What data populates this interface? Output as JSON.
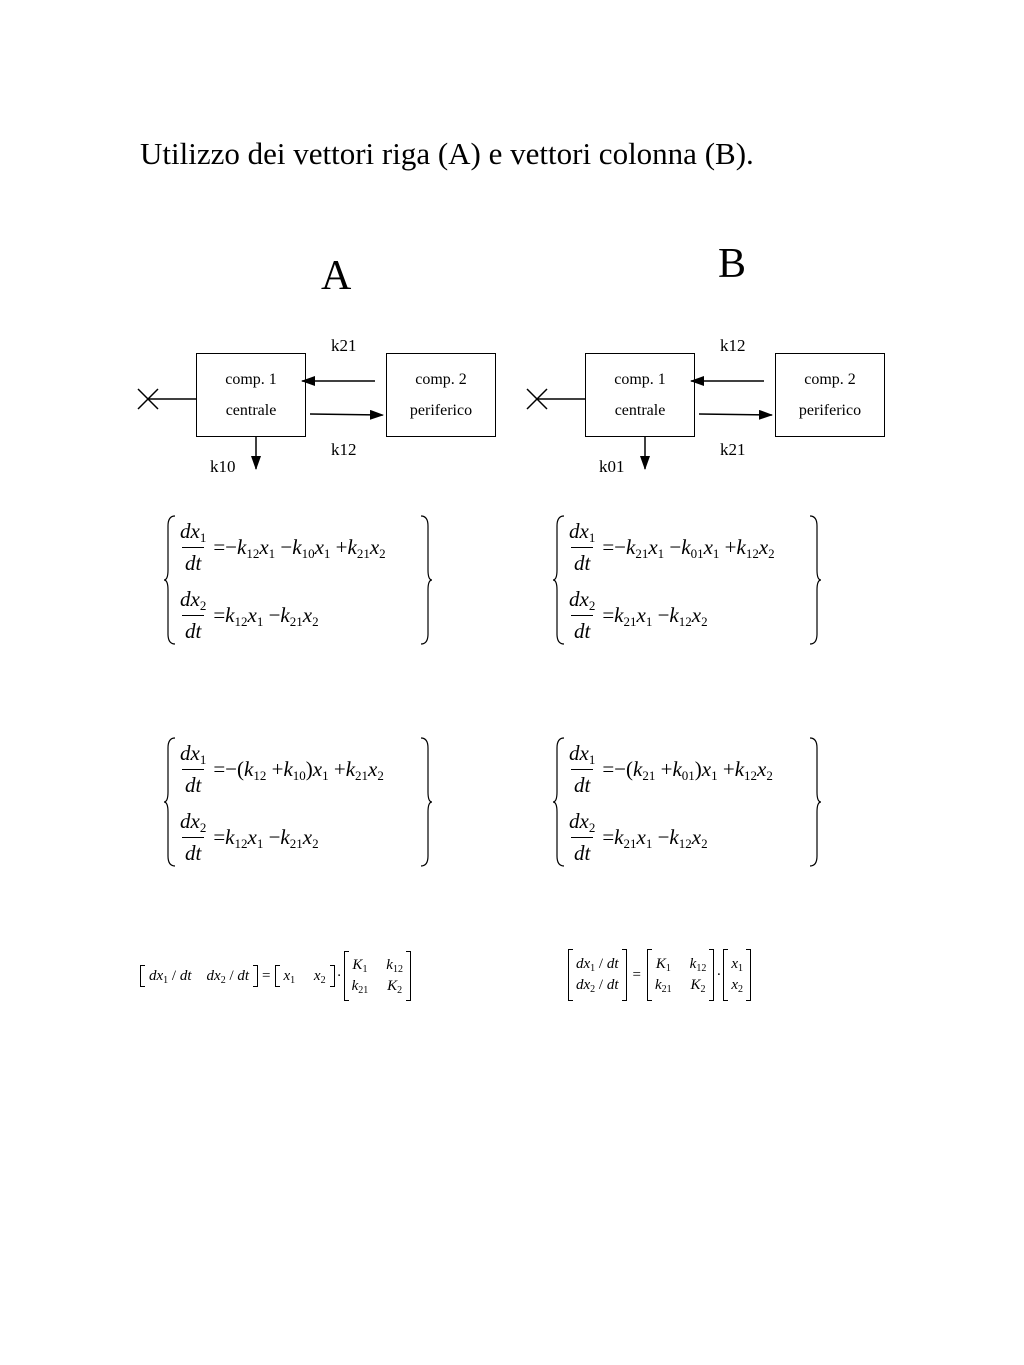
{
  "title": "Utilizzo dei vettori riga (A) e vettori colonna (B).",
  "panels": {
    "A": {
      "label": "A",
      "box1_line1": "comp. 1",
      "box1_line2": "centrale",
      "box2_line1": "comp. 2",
      "box2_line2": "periferico",
      "rate_top": "k21",
      "rate_bottom": "k12",
      "rate_out": "k10",
      "sys1": {
        "eq1": {
          "num": "dx",
          "num_sub": "1",
          "den": "dt"
        },
        "eq2": {
          "num": "dx",
          "num_sub": "2",
          "den": "dt"
        }
      }
    },
    "B": {
      "label": "B",
      "box1_line1": "comp. 1",
      "box1_line2": "centrale",
      "box2_line1": "comp. 2",
      "box2_line2": "periferico",
      "rate_top": "k12",
      "rate_bottom": "k21",
      "rate_out": "k01"
    }
  }
}
